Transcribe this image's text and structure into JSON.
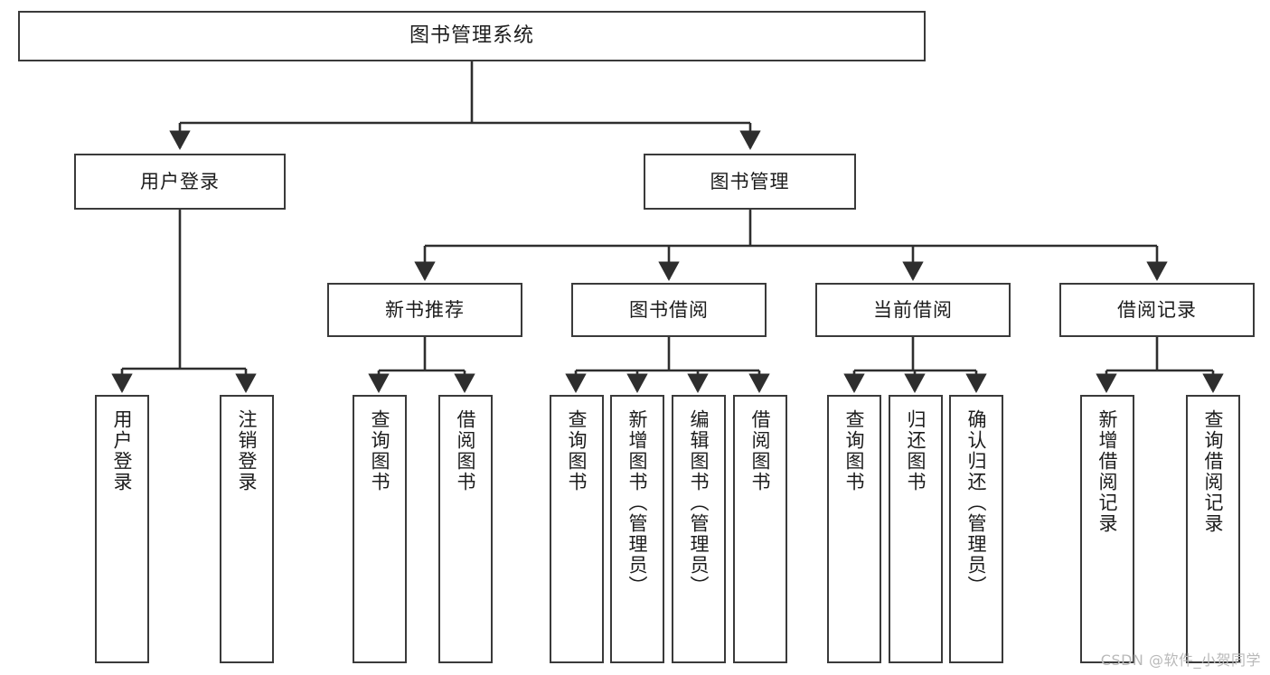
{
  "diagram": {
    "title": "图书管理系统",
    "watermark": "CSDN @软件_小贺同学",
    "style": {
      "box_border_color": "#3a3a3a",
      "box_fill_color": "#ffffff",
      "line_color": "#2e2e2e",
      "background_color": "#ffffff",
      "watermark_color": "#b9b9b9"
    },
    "root": {
      "label": "图书管理系统"
    },
    "level2": [
      {
        "label": "用户登录"
      },
      {
        "label": "图书管理"
      }
    ],
    "level3": [
      {
        "label": "新书推荐"
      },
      {
        "label": "图书借阅"
      },
      {
        "label": "当前借阅"
      },
      {
        "label": "借阅记录"
      }
    ],
    "leaves": {
      "user_login": [
        {
          "label": "用户登录"
        },
        {
          "label": "注销登录"
        }
      ],
      "new_book_recommend": [
        {
          "label": "查询图书"
        },
        {
          "label": "借阅图书"
        }
      ],
      "book_borrow": [
        {
          "label": "查询图书"
        },
        {
          "label": "新增图书（管理员）"
        },
        {
          "label": "编辑图书（管理员）"
        },
        {
          "label": "借阅图书"
        }
      ],
      "current_borrow": [
        {
          "label": "查询图书"
        },
        {
          "label": "归还图书"
        },
        {
          "label": "确认归还（管理员）"
        }
      ],
      "borrow_record": [
        {
          "label": "新增借阅记录"
        },
        {
          "label": "查询借阅记录"
        }
      ]
    }
  }
}
